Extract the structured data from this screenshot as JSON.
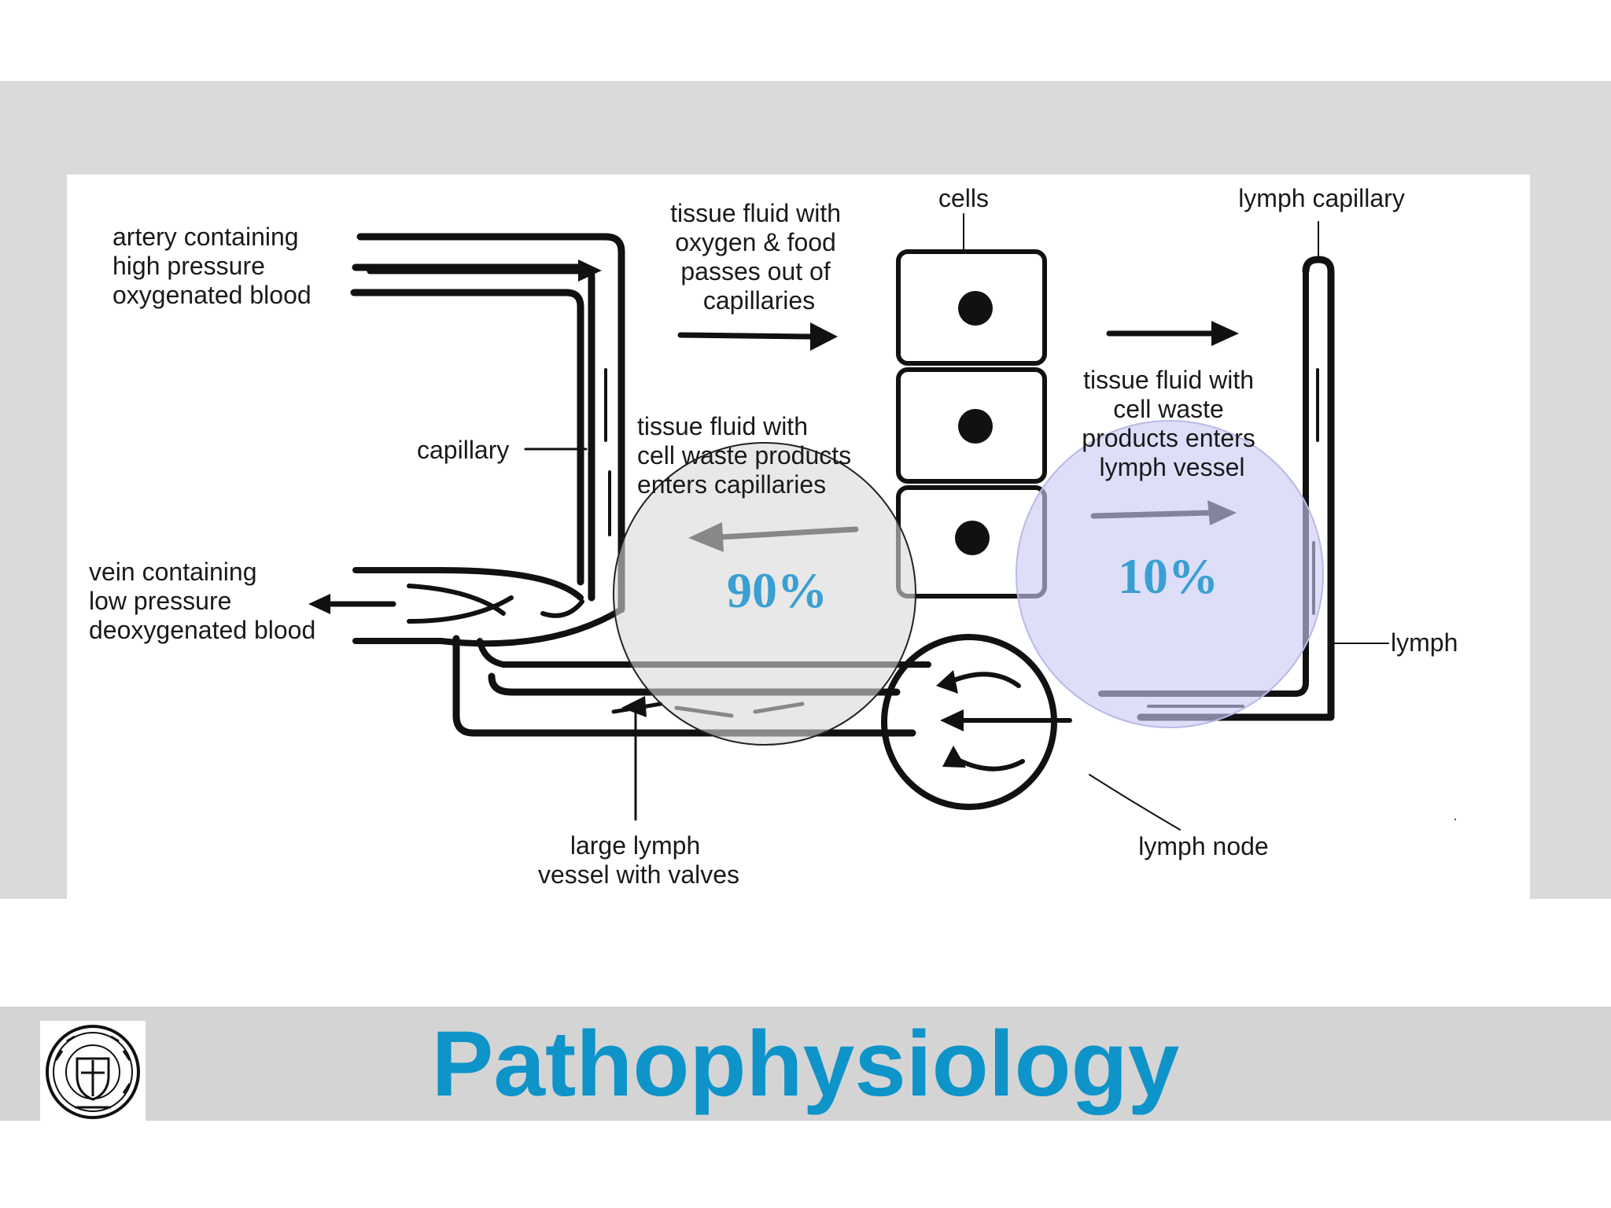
{
  "slide": {
    "title": "Pathophysiology"
  },
  "colors": {
    "title": "#0e94c9",
    "band": "#dadada",
    "percent_text": "#3a9fd2",
    "circle_gray": "#d9d9d9",
    "circle_blue": "#c9c9f5"
  },
  "labels": {
    "artery": [
      "artery containing",
      "high pressure",
      "oxygenated blood"
    ],
    "tissue_out": [
      "tissue fluid with",
      "oxygen & food",
      "passes out of",
      "capillaries"
    ],
    "cells": "cells",
    "lymph_capillary": "lymph capillary",
    "capillary": "capillary",
    "tissue_in": [
      "tissue fluid with",
      "cell waste products",
      "enters capillaries"
    ],
    "tissue_lymph": [
      "tissue fluid with",
      "cell waste",
      "products enters",
      "lymph vessel"
    ],
    "vein": [
      "vein containing",
      "low pressure",
      "deoxygenated blood"
    ],
    "lymph": "lymph",
    "large_lymph": [
      "large lymph",
      "vessel with valves"
    ],
    "lymph_node": "lymph node"
  },
  "percentages": {
    "capillaries": "90%",
    "lymph": "10%"
  },
  "icons": {
    "logo": "university-seal-icon"
  }
}
